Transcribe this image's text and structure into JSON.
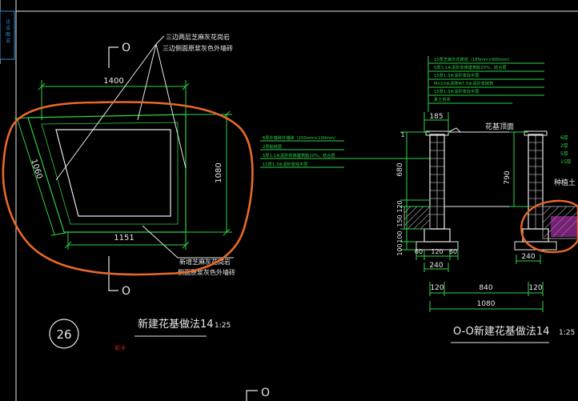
{
  "palette": {
    "background": "#000000",
    "line_white": "#e8e8e8",
    "line_green": "#2fd24a",
    "line_yellow": "#e6d21e",
    "line_magenta": "#d23cd2",
    "annotation_orange": "#e8682a",
    "red_text": "#e02020",
    "hatch_gray": "#9a9a9a"
  },
  "left_panel": {
    "section_marker_top": "O",
    "section_marker_bottom": "O",
    "dim_top": "1400",
    "dim_bottom": "1151",
    "dim_right": "1080",
    "dim_diagonal": "1060",
    "note_top_line1": "三边两层芝麻灰花岗岩",
    "note_top_line2": "三边侧面原浆灰色外墙砖",
    "note_bottom_line1": "新增芝麻灰花岗岩",
    "note_bottom_line2": "侧面原浆灰色外墙砖",
    "detail_number": "26",
    "title": "新建花基做法14",
    "scale": "1:25",
    "red_tag": "彩卡"
  },
  "right_panel": {
    "layers_top": [
      "15厚芝麻灰花岗岩（185mm×600mm）",
      "5厚1:1水泥砂浆掺建筑胶20%，结合层",
      "15厚1:3水泥砂浆找平层",
      "MU10水泥砖M7.5水泥砂浆砌筑",
      "15厚1:3水泥砂浆找平层",
      "素土夯实"
    ],
    "layers_left": [
      "6厚外墙砖外墙砖（200mm×100mm）",
      "2厚粘结层",
      "5厚1:1水泥砂浆掺建筑胶20%，结合层",
      "15厚1:3水泥砂浆找平层"
    ],
    "label_planter_top": "花基顶面",
    "label_soil": "种植土",
    "label_right_notes": [
      "6厚",
      "2厚",
      "5厚",
      "15厚"
    ],
    "dims": {
      "d185": "185",
      "d680": "680",
      "d790": "790",
      "d120a": "120",
      "d150": "150",
      "d100a": "100",
      "d100b": "100",
      "d60a": "60",
      "d120b": "120",
      "d60b": "60",
      "d240a": "240",
      "d240b": "240",
      "d120c": "120",
      "d840": "840",
      "d120d": "120",
      "d1080": "1080",
      "d1": "1"
    },
    "title": "O-O新建花基做法14",
    "scale": "1:25"
  },
  "bottom_marker": "O",
  "left_strip_text": "详 设 图 说"
}
